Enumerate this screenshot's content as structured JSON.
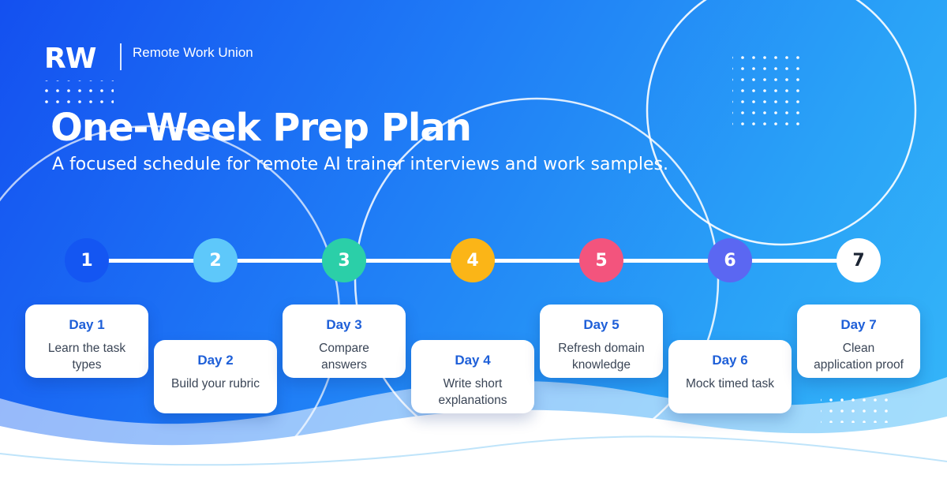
{
  "brand": {
    "logo": "RW",
    "org_name": "Remote Work Union"
  },
  "header": {
    "title": "One-Week Prep Plan",
    "subtitle": "A focused schedule for remote AI trainer interviews and work samples."
  },
  "colors": {
    "step1": "#1456f2",
    "step2": "#5ec8fa",
    "step3": "#2bcfa8",
    "step4": "#fbb517",
    "step5": "#f3547d",
    "step6": "#5b67f2",
    "step7": "#ffffff",
    "card_day": "#1e5fd8"
  },
  "days": [
    {
      "number": "1",
      "title": "Day 1",
      "task_line1": "Learn the task",
      "task_line2": "types"
    },
    {
      "number": "2",
      "title": "Day 2",
      "task_line1": "Build your rubric",
      "task_line2": ""
    },
    {
      "number": "3",
      "title": "Day 3",
      "task_line1": "Compare",
      "task_line2": "answers"
    },
    {
      "number": "4",
      "title": "Day 4",
      "task_line1": "Write short",
      "task_line2": "explanations"
    },
    {
      "number": "5",
      "title": "Day 5",
      "task_line1": "Refresh domain",
      "task_line2": "knowledge"
    },
    {
      "number": "6",
      "title": "Day 6",
      "task_line1": "Mock timed task",
      "task_line2": ""
    },
    {
      "number": "7",
      "title": "Day 7",
      "task_line1": "Clean",
      "task_line2": "application proof"
    }
  ]
}
